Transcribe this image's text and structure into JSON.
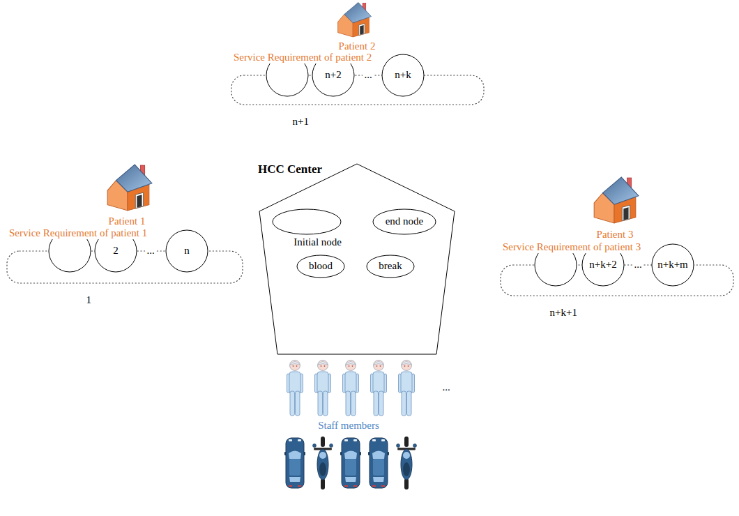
{
  "diagram": {
    "nodes": [
      {
        "text": [
          "Service Requirement of patient 2"
        ]
      },
      {
        "text": [
          "n+1"
        ],
        "in": 0
      },
      {
        "text": [
          "n+2"
        ],
        "in": 0
      },
      {
        "text": [
          "n+k"
        ],
        "in": 0
      },
      {
        "text": [
          "Service Requirement of patient 1"
        ]
      },
      {
        "text": [
          "1"
        ],
        "in": 4
      },
      {
        "text": [
          "2"
        ],
        "in": 4
      },
      {
        "text": [
          "n"
        ],
        "in": 4
      },
      {
        "text": [
          "HCC Center"
        ]
      },
      {
        "text": [
          "Initial node"
        ],
        "in": 8
      },
      {
        "text": [
          "end node"
        ],
        "in": 8
      },
      {
        "text": [
          "blood"
        ],
        "in": 8
      },
      {
        "text": [
          "break"
        ],
        "in": 8
      },
      {
        "text": [
          "Service Requirement of patient 3"
        ]
      },
      {
        "text": [
          "n+k+1"
        ],
        "in": 13
      },
      {
        "text": [
          "n+k+2"
        ],
        "in": 13
      },
      {
        "text": [
          "n+k+m"
        ],
        "in": 13
      }
    ],
    "labels": [
      "Patient 2",
      "...",
      "Patient 1",
      "...",
      "Patient 3",
      "...",
      "...",
      "Staff members"
    ]
  }
}
